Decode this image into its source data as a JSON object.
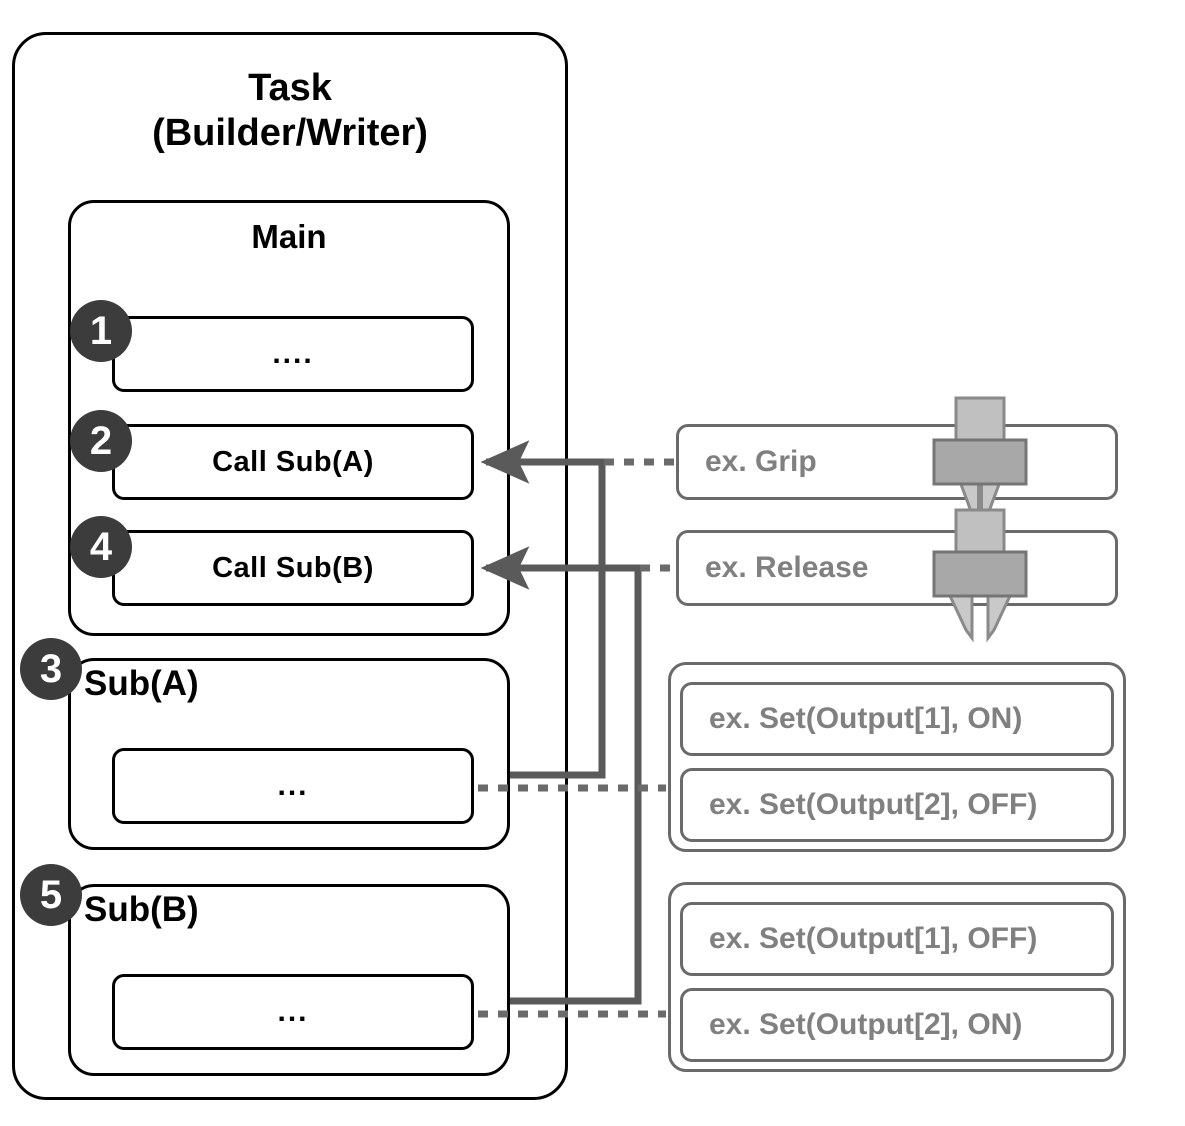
{
  "diagram": {
    "task": {
      "title": "Task\n(Builder/Writer)"
    },
    "main": {
      "title": "Main",
      "statements": [
        {
          "number": "1",
          "label": "...."
        },
        {
          "number": "2",
          "label": "Call Sub(A)"
        },
        {
          "number": "4",
          "label": "Call Sub(B)"
        }
      ]
    },
    "subs": [
      {
        "number": "3",
        "label": "Sub(A)",
        "body": "..."
      },
      {
        "number": "5",
        "label": "Sub(B)",
        "body": "..."
      }
    ],
    "examples": {
      "motion": [
        {
          "label": "ex. Grip",
          "icon": "gripper-closed-icon"
        },
        {
          "label": "ex. Release",
          "icon": "gripper-open-icon"
        }
      ],
      "groups": [
        {
          "name": "sub-a-outputs",
          "items": [
            {
              "label": "ex. Set(Output[1], ON)"
            },
            {
              "label": "ex. Set(Output[2], OFF)"
            }
          ]
        },
        {
          "name": "sub-b-outputs",
          "items": [
            {
              "label": "ex. Set(Output[1], OFF)"
            },
            {
              "label": "ex. Set(Output[2], ON)"
            }
          ]
        }
      ]
    },
    "colors": {
      "outline_black": "#000000",
      "outline_gray": "#6a6a6a",
      "badge_fill": "#3c3c3c",
      "badge_text": "#ffffff",
      "example_text": "#808080",
      "connector_gray": "#5a5a5a",
      "gripper_light": "#b4b4b4",
      "gripper_dark": "#9a9a9a"
    }
  }
}
